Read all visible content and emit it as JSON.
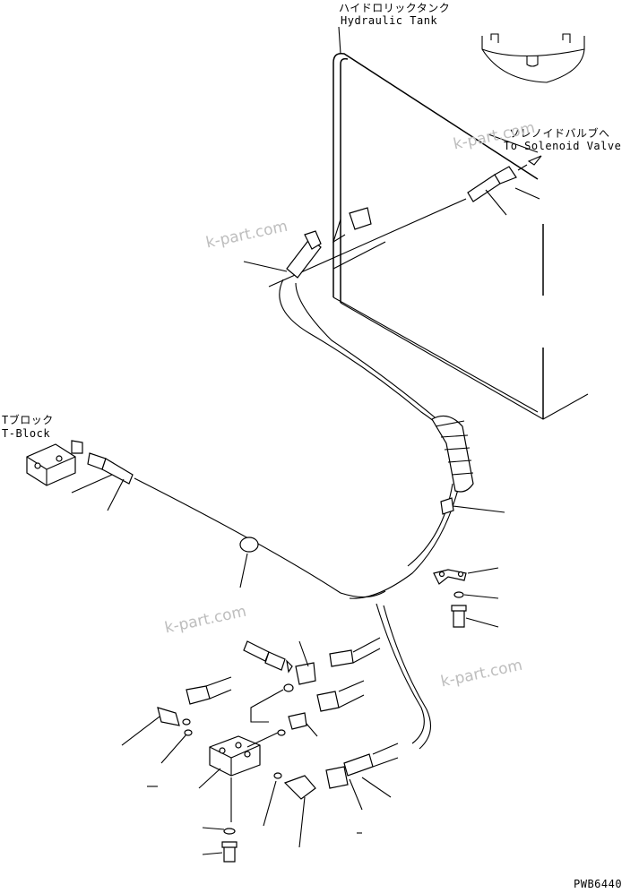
{
  "labels": {
    "tank_jp": "ハイドロリックタンク",
    "tank_en": "Hydraulic Tank",
    "solenoid_jp": "ソレノイドバルブへ",
    "solenoid_en": "To Solenoid Valve",
    "tblock_jp": "Tブロック",
    "tblock_en": "T-Block",
    "drawing_no": "PWB6440"
  },
  "watermarks": [
    "k-part.com",
    "k-part.com",
    "k-part.com",
    "k-part.com"
  ]
}
